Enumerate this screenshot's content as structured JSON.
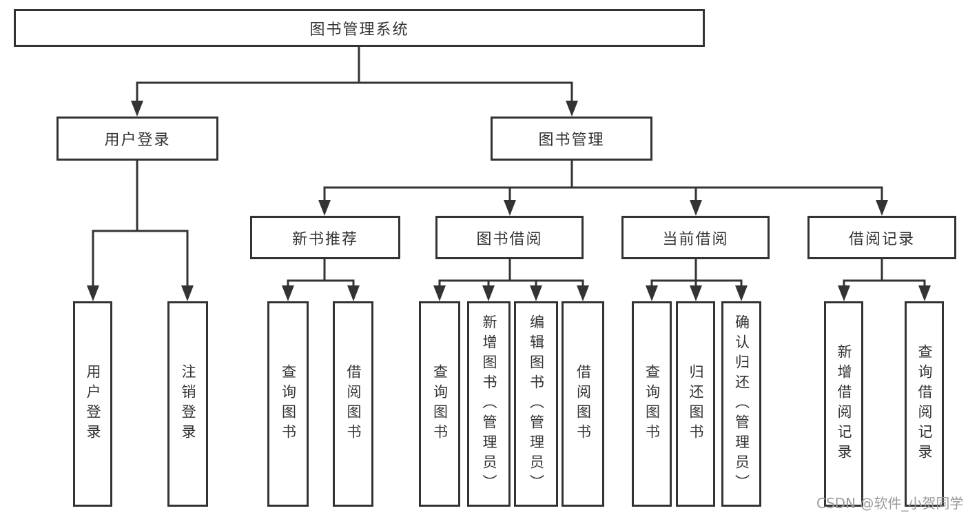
{
  "tree": {
    "root": {
      "label": "图书管理系统"
    },
    "branches": [
      {
        "label": "用户登录",
        "children": [
          {
            "label": "用户登录"
          },
          {
            "label": "注销登录"
          }
        ]
      },
      {
        "label": "图书管理",
        "children": [
          {
            "label": "新书推荐",
            "children": [
              {
                "label": "查询图书"
              },
              {
                "label": "借阅图书"
              }
            ]
          },
          {
            "label": "图书借阅",
            "children": [
              {
                "label": "查询图书"
              },
              {
                "label": "新增图书（管理员）"
              },
              {
                "label": "编辑图书（管理员）"
              },
              {
                "label": "借阅图书"
              }
            ]
          },
          {
            "label": "当前借阅",
            "children": [
              {
                "label": "查询图书"
              },
              {
                "label": "归还图书"
              },
              {
                "label": "确认归还（管理员）"
              }
            ]
          },
          {
            "label": "借阅记录",
            "children": [
              {
                "label": "新增借阅记录"
              },
              {
                "label": "查询借阅记录"
              }
            ]
          }
        ]
      }
    ]
  },
  "watermark": {
    "text": "CSDN @软件_小贺同学"
  },
  "colors": {
    "line": "#333333",
    "box_border": "#333333",
    "text": "#333333",
    "watermark": "#9b9b9b",
    "background": "#ffffff"
  }
}
